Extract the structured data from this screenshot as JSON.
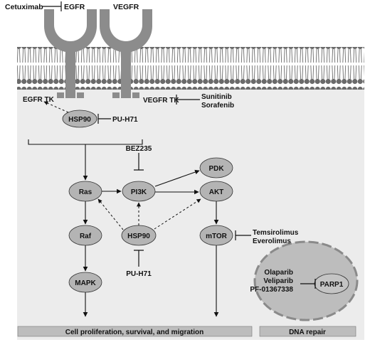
{
  "drugs": {
    "cetuximab": "Cetuximab",
    "sunitinib": "Sunitinib",
    "sorafenib": "Sorafenib",
    "pu_h71_top": "PU-H71",
    "bez235": "BEZ235",
    "pu_h71_bottom": "PU-H71",
    "temsirolimus": "Temsirolimus",
    "everolimus": "Everolimus",
    "olaparib": "Olaparib",
    "veliparib": "Veliparib",
    "pf": "PF-01367338"
  },
  "receptors": {
    "egfr": "EGFR",
    "vegfr": "VEGFR",
    "egfr_tk": "EGFR TK",
    "vegfr_tk": "VEGFR TK"
  },
  "nodes": {
    "hsp90_top": "HSP90",
    "ras": "Ras",
    "pi3k": "PI3K",
    "pdk": "PDK",
    "akt": "AKT",
    "raf": "Raf",
    "hsp90_mid": "HSP90",
    "mtor": "mTOR",
    "mapk": "MAPK",
    "parp1": "PARP1"
  },
  "outcomes": {
    "proliferation": "Cell proliferation, survival, and migration",
    "dna_repair": "DNA repair"
  },
  "colors": {
    "node_fill": "#b4b4b4",
    "cell_fill": "#ececec",
    "receptor": "#8c8c8c",
    "nucleus_fill": "#bdbdbd",
    "nucleus_border": "#8a8a8a",
    "bar_fill": "#bdbdbd"
  }
}
